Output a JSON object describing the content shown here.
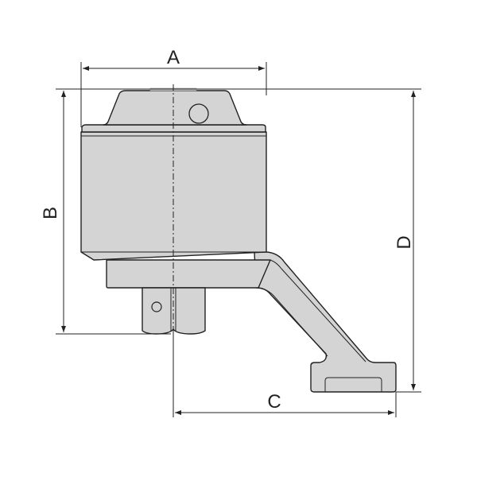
{
  "diagram": {
    "labels": {
      "a": "A",
      "b": "B",
      "c": "C",
      "d": "D"
    },
    "colors": {
      "fill": "#d4d4d4",
      "line": "#222222"
    }
  }
}
